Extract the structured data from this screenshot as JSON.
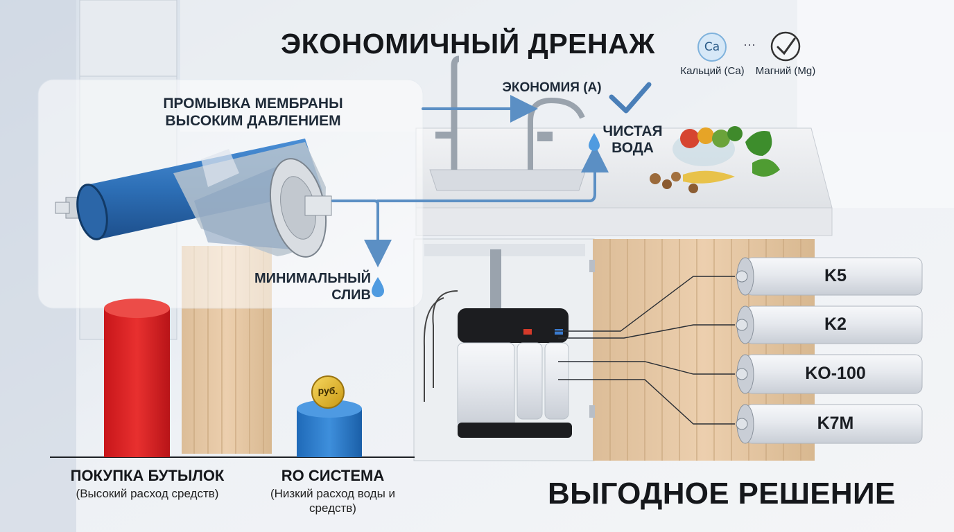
{
  "titles": {
    "main": "ЭКОНОМИЧНЫЙ ДРЕНАЖ",
    "bottom": "ВЫГОДНОЕ РЕШЕНИЕ"
  },
  "labels": {
    "flush": "ПРОМЫВКА МЕМБРАНЫ ВЫСОКИМ ДАВЛЕНИЕМ",
    "economy": "ЭКОНОМИЯ (А)",
    "clean_water": "ЧИСТАЯ ВОДА",
    "min_drain": "МИНИМАЛЬНЫЙ СЛИВ"
  },
  "minerals": {
    "calcium_symbol": "Ca",
    "calcium": "Кальций (Ca)",
    "separator": "···",
    "magnesium": "Магний (Mg)"
  },
  "comparison": {
    "bottles": {
      "label": "ПОКУПКА БУТЫЛОК",
      "sub": "(Высокий расход средств)",
      "color": "#e0262a"
    },
    "ro": {
      "label": "RO СИСТЕМА",
      "sub": "(Низкий расход воды и средств)",
      "color": "#2a7fd0",
      "coin": "руб."
    }
  },
  "filters": [
    {
      "label": "K5"
    },
    {
      "label": "K2"
    },
    {
      "label": "KO-100"
    },
    {
      "label": "K7M"
    }
  ],
  "icons": {
    "check": "check-icon",
    "magnesium": "check-circle-icon",
    "drop": "water-drop-icon"
  },
  "colors": {
    "flow_arrow": "#5b8fc4",
    "membrane_blue": "#2d6fb6",
    "cabinet_wood": "#e4c9a7"
  }
}
